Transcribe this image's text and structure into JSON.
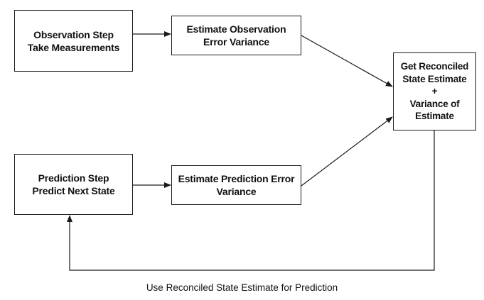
{
  "nodes": {
    "observation": {
      "line1": "Observation Step",
      "line2": "Take Measurements"
    },
    "estimate_observation": {
      "line1": "Estimate Observation",
      "line2": "Error Variance"
    },
    "reconciled": {
      "line1": "Get Reconciled",
      "line2": "State Estimate",
      "line3": "+",
      "line4": "Variance of",
      "line5": "Estimate"
    },
    "prediction": {
      "line1": "Prediction Step",
      "line2": "Predict Next State"
    },
    "estimate_prediction": {
      "line1": "Estimate Prediction Error",
      "line2": "Variance"
    }
  },
  "caption": "Use Reconciled State Estimate for Prediction"
}
